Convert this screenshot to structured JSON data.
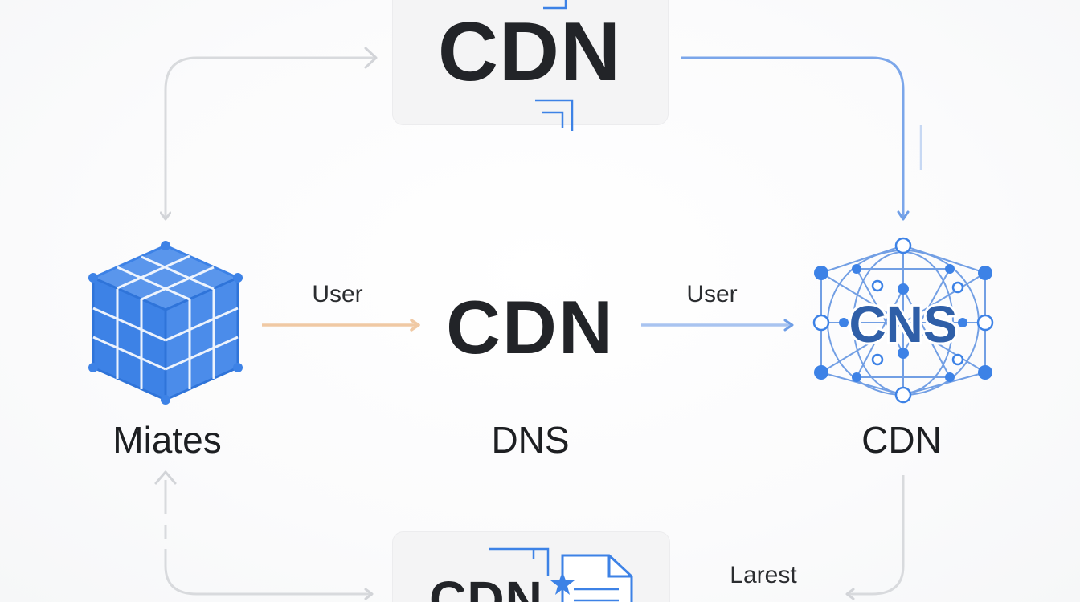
{
  "colors": {
    "blue": "#3d82e6",
    "blue_light": "#7ba6ea",
    "orange_light": "#f0c9a4",
    "gray_arrow": "#d2d4d8",
    "text_dark": "#222428",
    "cns_text": "#2f5fa8"
  },
  "nodes": {
    "top_cdn": {
      "label": "CDN"
    },
    "miates": {
      "caption": "Miates",
      "icon": "grid-cube-icon"
    },
    "center_cdn": {
      "label": "CDN",
      "caption": "DNS"
    },
    "cns": {
      "label": "CNS",
      "caption": "CDN",
      "icon": "network-globe-icon"
    },
    "bottom_cdn": {
      "label": "CDN",
      "icon": "document-star-icon"
    }
  },
  "edges": {
    "miates_to_dns": {
      "label": "User"
    },
    "dns_to_cns": {
      "label": "User"
    },
    "cns_to_bottom": {
      "label": "Larest"
    }
  }
}
